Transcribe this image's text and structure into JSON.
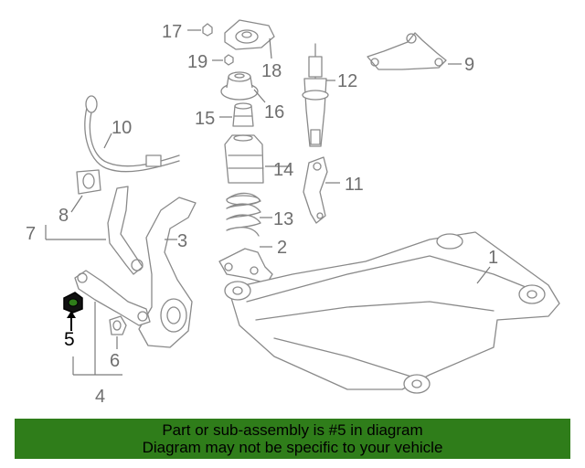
{
  "callouts": {
    "c1": "1",
    "c2": "2",
    "c3": "3",
    "c4": "4",
    "c5": "5",
    "c6": "6",
    "c7": "7",
    "c8": "8",
    "c9": "9",
    "c10": "10",
    "c11": "11",
    "c12": "12",
    "c13": "13",
    "c14": "14",
    "c15": "15",
    "c16": "16",
    "c17": "17",
    "c18": "18",
    "c19": "19"
  },
  "highlight": {
    "part_number": "5",
    "color": "#000000"
  },
  "banner": {
    "line1": "Part or sub-assembly is #5 in diagram",
    "line2": "Diagram may not be specific to your vehicle",
    "background": "#2f7d1a"
  }
}
